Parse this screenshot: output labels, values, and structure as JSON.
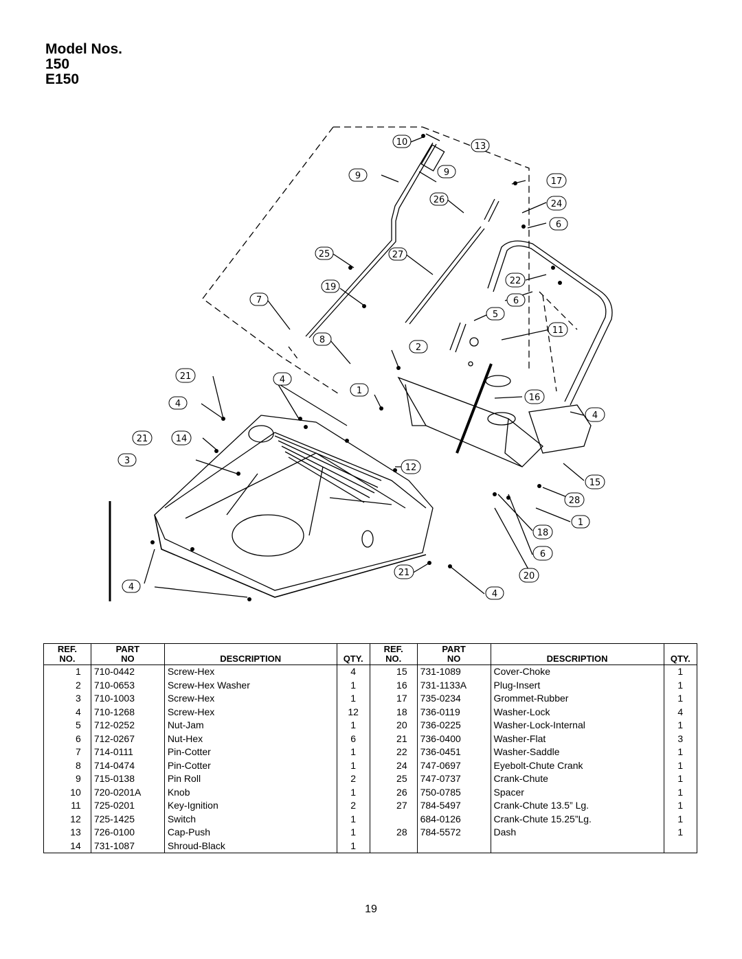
{
  "title": {
    "line1": "Model Nos.",
    "line2": "150",
    "line3": "E150"
  },
  "diagram": {
    "callouts": [
      "10",
      "13",
      "9",
      "9",
      "17",
      "26",
      "24",
      "6",
      "25",
      "27",
      "22",
      "19",
      "7",
      "6",
      "5",
      "11",
      "8",
      "2",
      "21",
      "4",
      "1",
      "16",
      "4",
      "4",
      "21",
      "14",
      "12",
      "15",
      "3",
      "28",
      "1",
      "18",
      "6",
      "21",
      "20",
      "4",
      "4"
    ]
  },
  "table": {
    "headers": {
      "ref_top": "REF.",
      "ref_bottom": "NO.",
      "part_top": "PART",
      "part_bottom": "NO",
      "description": "DESCRIPTION",
      "qty": "QTY."
    },
    "rows": [
      {
        "left": {
          "ref": "1",
          "part": "710-0442",
          "desc": "Screw-Hex",
          "qty": "4"
        },
        "right": {
          "ref": "15",
          "part": "731-1089",
          "desc": "Cover-Choke",
          "qty": "1"
        }
      },
      {
        "left": {
          "ref": "2",
          "part": "710-0653",
          "desc": "Screw-Hex Washer",
          "qty": "1"
        },
        "right": {
          "ref": "16",
          "part": "731-1133A",
          "desc": "Plug-Insert",
          "qty": "1"
        }
      },
      {
        "left": {
          "ref": "3",
          "part": "710-1003",
          "desc": "Screw-Hex",
          "qty": "1"
        },
        "right": {
          "ref": "17",
          "part": "735-0234",
          "desc": "Grommet-Rubber",
          "qty": "1"
        }
      },
      {
        "left": {
          "ref": "4",
          "part": "710-1268",
          "desc": "Screw-Hex",
          "qty": "12"
        },
        "right": {
          "ref": "18",
          "part": "736-0119",
          "desc": "Washer-Lock",
          "qty": "4"
        }
      },
      {
        "left": {
          "ref": "5",
          "part": "712-0252",
          "desc": "Nut-Jam",
          "qty": "1"
        },
        "right": {
          "ref": "20",
          "part": "736-0225",
          "desc": "Washer-Lock-Internal",
          "qty": "1"
        }
      },
      {
        "left": {
          "ref": "6",
          "part": "712-0267",
          "desc": "Nut-Hex",
          "qty": "6"
        },
        "right": {
          "ref": "21",
          "part": "736-0400",
          "desc": "Washer-Flat",
          "qty": "3"
        }
      },
      {
        "left": {
          "ref": "7",
          "part": "714-0111",
          "desc": "Pin-Cotter",
          "qty": "1"
        },
        "right": {
          "ref": "22",
          "part": "736-0451",
          "desc": "Washer-Saddle",
          "qty": "1"
        }
      },
      {
        "left": {
          "ref": "8",
          "part": "714-0474",
          "desc": "Pin-Cotter",
          "qty": "1"
        },
        "right": {
          "ref": "24",
          "part": "747-0697",
          "desc": "Eyebolt-Chute Crank",
          "qty": "1"
        }
      },
      {
        "left": {
          "ref": "9",
          "part": "715-0138",
          "desc": "Pin Roll",
          "qty": "2"
        },
        "right": {
          "ref": "25",
          "part": "747-0737",
          "desc": "Crank-Chute",
          "qty": "1"
        }
      },
      {
        "left": {
          "ref": "10",
          "part": "720-0201A",
          "desc": "Knob",
          "qty": "1"
        },
        "right": {
          "ref": "26",
          "part": "750-0785",
          "desc": "Spacer",
          "qty": "1"
        }
      },
      {
        "left": {
          "ref": "11",
          "part": "725-0201",
          "desc": "Key-Ignition",
          "qty": "2"
        },
        "right": {
          "ref": "27",
          "part": "784-5497",
          "desc": "Crank-Chute 13.5” Lg.",
          "qty": "1"
        }
      },
      {
        "left": {
          "ref": "12",
          "part": "725-1425",
          "desc": "Switch",
          "qty": "1"
        },
        "right": {
          "ref": "",
          "part": "684-0126",
          "desc": "Crank-Chute 15.25”Lg.",
          "qty": "1"
        }
      },
      {
        "left": {
          "ref": "13",
          "part": "726-0100",
          "desc": "Cap-Push",
          "qty": "1"
        },
        "right": {
          "ref": "28",
          "part": "784-5572",
          "desc": "Dash",
          "qty": "1"
        }
      },
      {
        "left": {
          "ref": "14",
          "part": "731-1087",
          "desc": "Shroud-Black",
          "qty": "1"
        },
        "right": {
          "ref": "",
          "part": "",
          "desc": "",
          "qty": ""
        }
      }
    ]
  },
  "page_number": "19"
}
